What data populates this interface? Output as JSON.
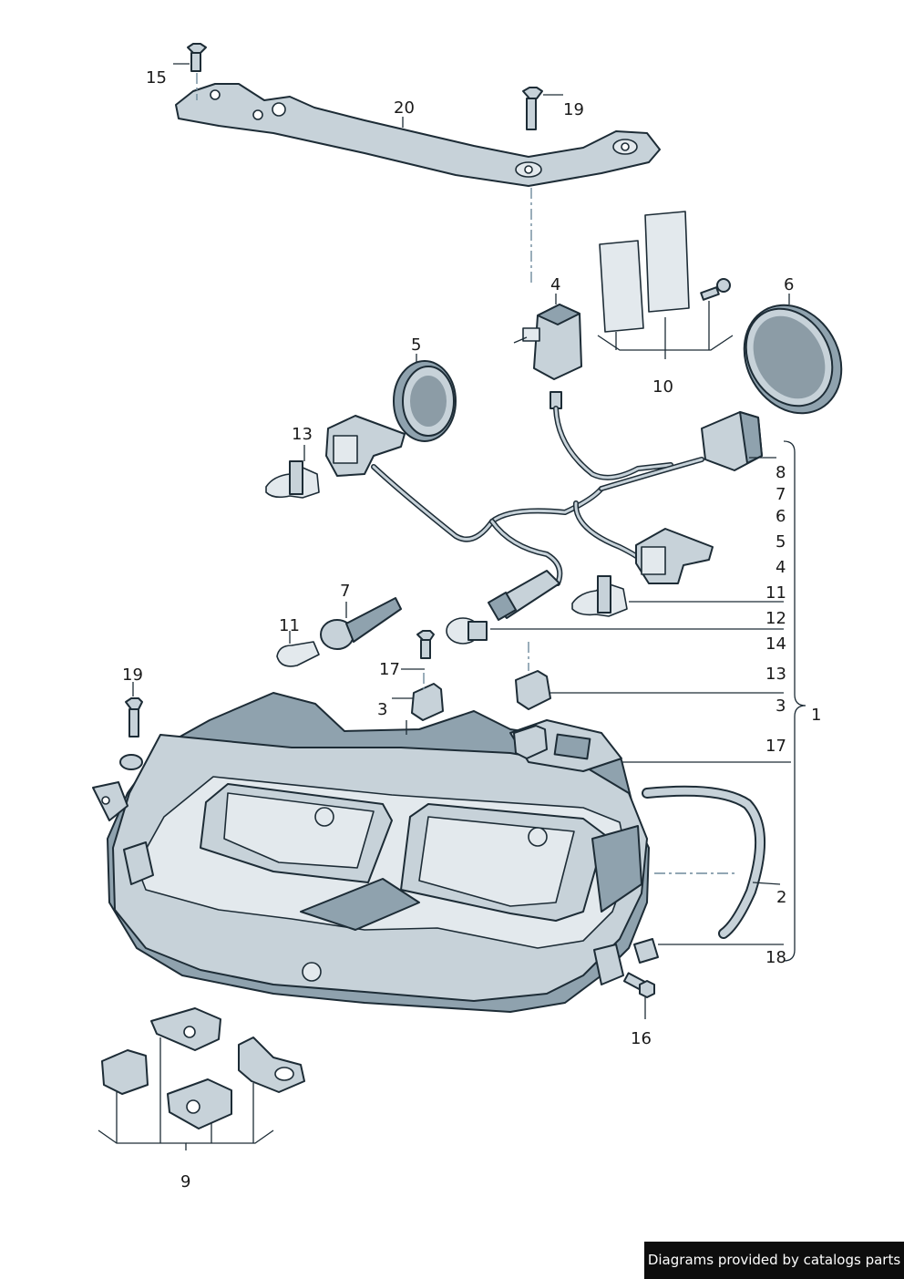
{
  "credit": "Diagrams provided by catalogs parts",
  "callouts": {
    "c1": "1",
    "c2": "2",
    "c3a": "3",
    "c3b": "3",
    "c4a": "4",
    "c4b": "4",
    "c5a": "5",
    "c5b": "5",
    "c6a": "6",
    "c6b": "6",
    "c7a": "7",
    "c7b": "7",
    "c8": "8",
    "c9": "9",
    "c10": "10",
    "c11a": "11",
    "c11b": "11",
    "c12": "12",
    "c13a": "13",
    "c13b": "13",
    "c14": "14",
    "c15": "15",
    "c16": "16",
    "c17a": "17",
    "c17b": "17",
    "c18": "18",
    "c19a": "19",
    "c19b": "19",
    "c20": "20"
  },
  "colors": {
    "part_fill": "#c7d2d9",
    "outline": "#1d2c36",
    "credit_bg": "#0d0d0d"
  }
}
